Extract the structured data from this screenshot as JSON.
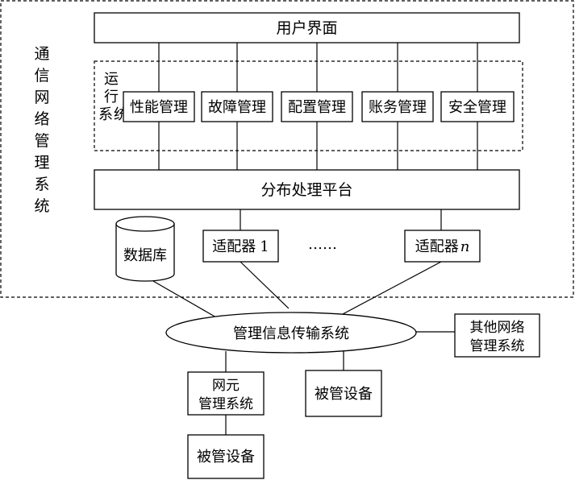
{
  "outer_label": [
    "通",
    "信",
    "网",
    "络",
    "管",
    "理",
    "系",
    "统"
  ],
  "inner_label": [
    "运",
    "行",
    "系",
    "统"
  ],
  "user_interface": "用户界面",
  "modules": [
    "性能管理",
    "故障管理",
    "配置管理",
    "账务管理",
    "安全管理"
  ],
  "platform": "分布处理平台",
  "database": "数据库",
  "adapter_1": {
    "text": "适配器",
    "suffix": "1"
  },
  "adapter_dots": "……",
  "adapter_n": {
    "text": "适配器",
    "suffix": "n"
  },
  "mgmt_info_system": "管理信息传输系统",
  "other_nms": [
    "其他网络",
    "管理系统"
  ],
  "ne_mgmt": [
    "网元",
    "管理系统"
  ],
  "managed_device_right": "被管设备",
  "managed_device_bottom": "被管设备"
}
